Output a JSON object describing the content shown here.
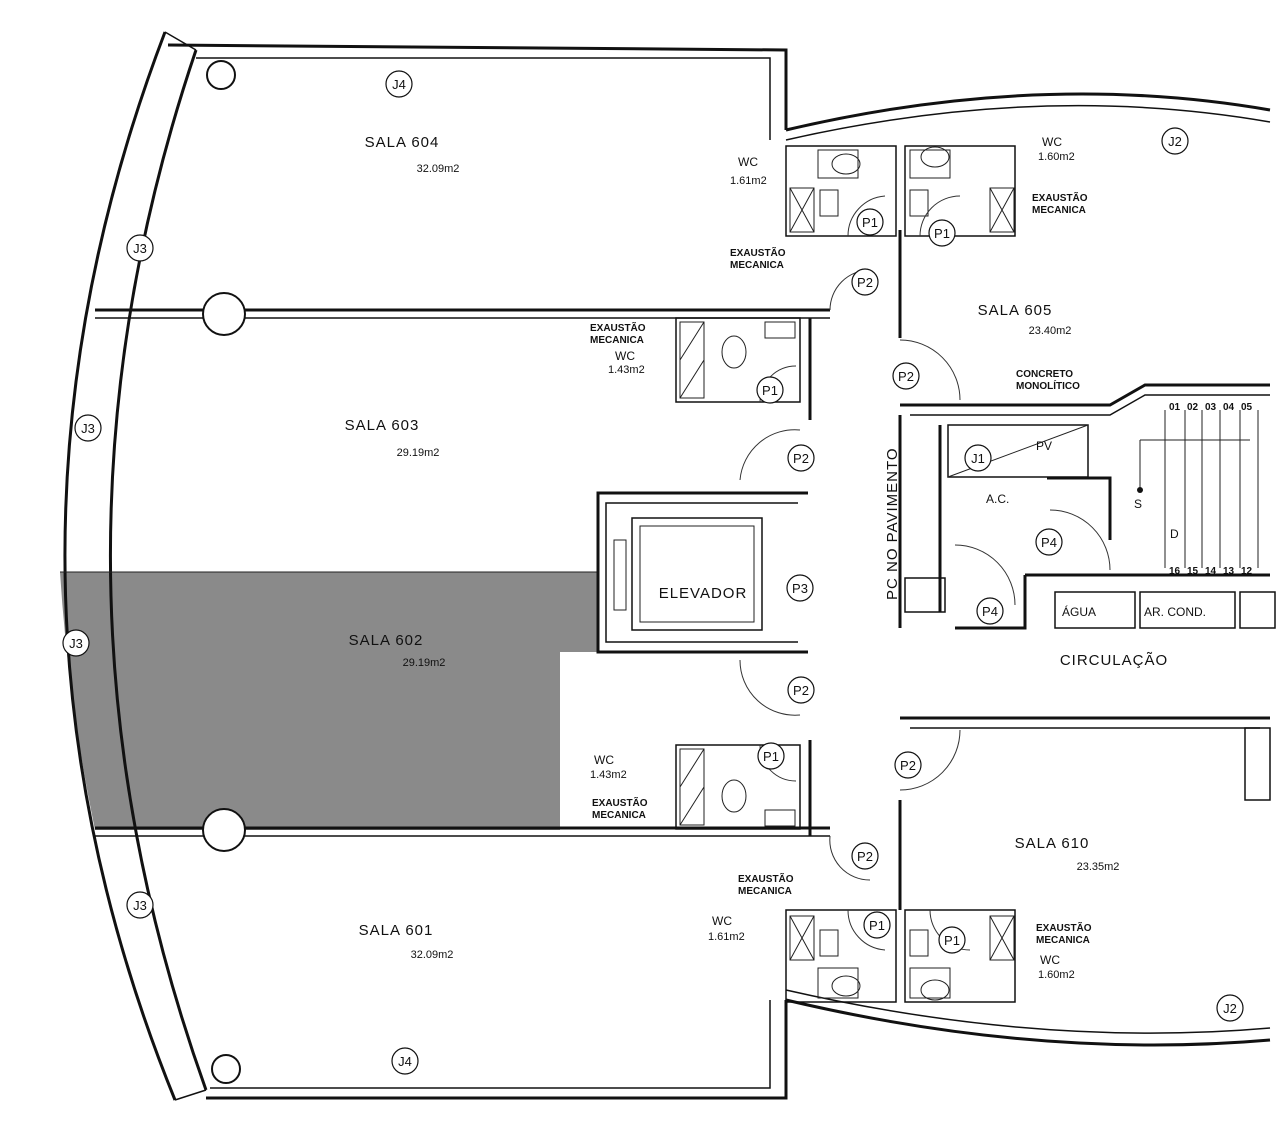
{
  "rooms": {
    "sala_604": {
      "name": "SALA 604",
      "area": "32.09m2"
    },
    "sala_603": {
      "name": "SALA 603",
      "area": "29.19m2"
    },
    "sala_602": {
      "name": "SALA 602",
      "area": "29.19m2",
      "highlight_color": "#8a8a8a"
    },
    "sala_601": {
      "name": "SALA 601",
      "area": "32.09m2"
    },
    "sala_605": {
      "name": "SALA 605",
      "area": "23.40m2"
    },
    "sala_610": {
      "name": "SALA 610",
      "area": "23.35m2"
    }
  },
  "wc": {
    "wc_604": {
      "label": "WC",
      "area": "1.61m2"
    },
    "wc_605": {
      "label": "WC",
      "area": "1.60m2"
    },
    "wc_603": {
      "label": "WC",
      "area": "1.43m2"
    },
    "wc_602": {
      "label": "WC",
      "area": "1.43m2"
    },
    "wc_601": {
      "label": "WC",
      "area": "1.61m2"
    },
    "wc_610": {
      "label": "WC",
      "area": "1.60m2"
    }
  },
  "exhaust": {
    "line1": "EXAUSTÃO",
    "line2": "MECANICA"
  },
  "core": {
    "elevator": "ELEVADOR",
    "circulation": "CIRCULAÇÃO",
    "pc": "PC NO PAVIMENTO",
    "concrete_1": "CONCRETO",
    "concrete_2": "MONOLÍTICO",
    "pv": "PV",
    "ac": "A.C.",
    "agua": "ÁGUA",
    "ar_cond": "AR. COND.",
    "stair_up": "S",
    "stair_down": "D",
    "steps_top": [
      "01",
      "02",
      "03",
      "04",
      "05"
    ],
    "steps_bottom": [
      "16",
      "15",
      "14",
      "13",
      "12"
    ]
  },
  "tags": {
    "j1": "J1",
    "j2": "J2",
    "j3": "J3",
    "j4": "J4",
    "p1": "P1",
    "p2": "P2",
    "p3": "P3",
    "p4": "P4"
  },
  "colors": {
    "line": "#111111",
    "highlight": "#8a8a8a",
    "background": "#ffffff"
  }
}
